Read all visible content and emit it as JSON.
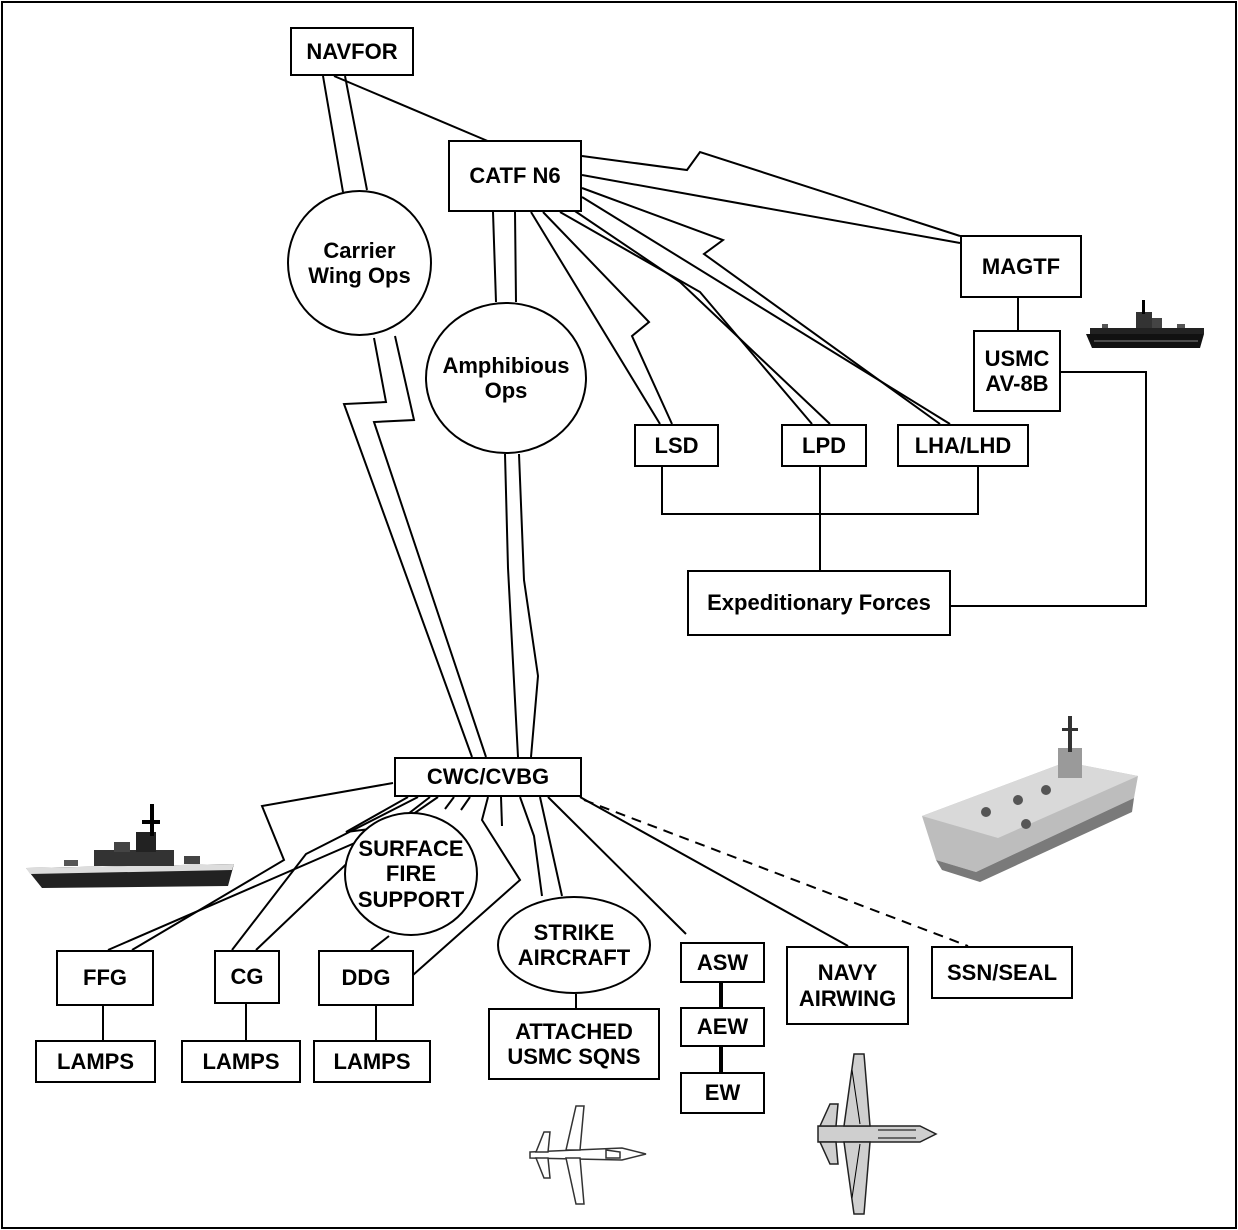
{
  "nodes": {
    "navfor": "NAVFOR",
    "catf_n6": "CATF N6",
    "magtf": "MAGTF",
    "usmc_av8b": "USMC\nAV-8B",
    "lsd": "LSD",
    "lpd": "LPD",
    "lha_lhd": "LHA/LHD",
    "expeditionary_forces": "Expeditionary Forces",
    "cwc_cvbg": "CWC/CVBG",
    "ffg": "FFG",
    "cg": "CG",
    "ddg": "DDG",
    "lamps_ffg": "LAMPS",
    "lamps_cg": "LAMPS",
    "lamps_ddg": "LAMPS",
    "attached_usmc_sqns": "ATTACHED\nUSMC SQNS",
    "asw": "ASW",
    "aew": "AEW",
    "ew": "EW",
    "navy_airwing": "NAVY\nAIRWING",
    "ssn_seal": "SSN/SEAL"
  },
  "circles": {
    "carrier_wing_ops": "Carrier\nWing Ops",
    "amphibious_ops": "Amphibious\nOps",
    "surface_fire_support": "SURFACE\nFIRE\nSUPPORT",
    "strike_aircraft": "STRIKE\nAIRCRAFT"
  },
  "icons": {
    "amphib_ship_small": "amphibious-assault-ship-icon",
    "destroyer": "destroyer-ship-icon",
    "amphib_ship_large": "amphibious-assault-ship-illustration",
    "strike_fighter": "fa18-fighter-jet-icon",
    "navy_fighter": "f14-fighter-jet-icon"
  }
}
